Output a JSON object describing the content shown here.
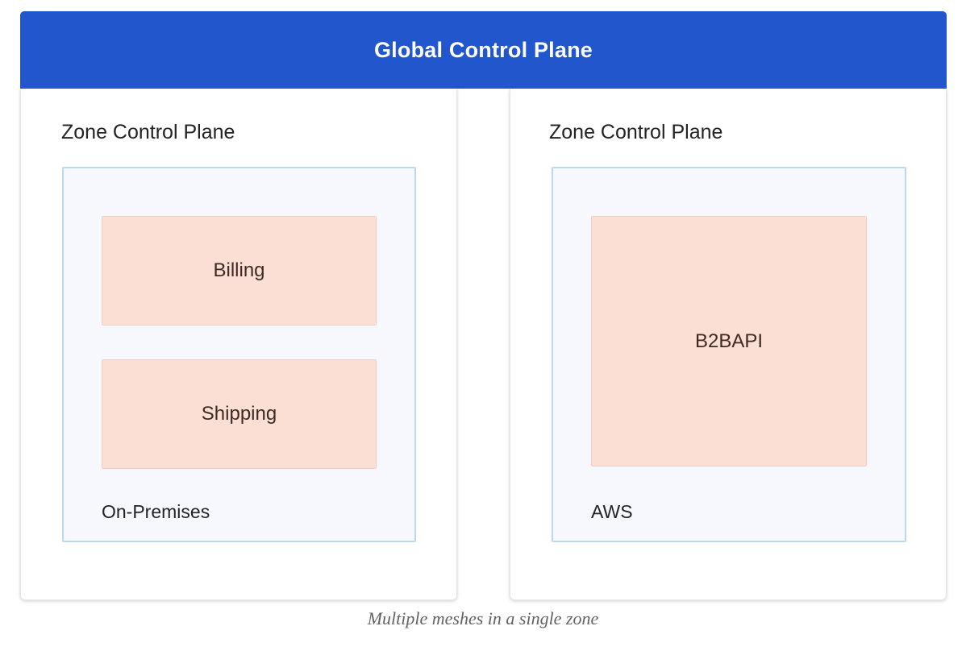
{
  "global_control_plane": {
    "title": "Global Control Plane",
    "color": "#2156cc",
    "text_color": "#ffffff"
  },
  "zones": [
    {
      "title": "Zone Control Plane",
      "mesh": {
        "label": "On-Premises",
        "background": "#f6f8fd",
        "border_color": "#bbd9f2",
        "services": [
          {
            "name": "Billing",
            "size": "small"
          },
          {
            "name": "Shipping",
            "size": "small"
          }
        ]
      }
    },
    {
      "title": "Zone Control Plane",
      "mesh": {
        "label": "AWS",
        "background": "#f6f8fd",
        "border_color": "#bbd9f2",
        "services": [
          {
            "name": "B2BAPI",
            "size": "large"
          }
        ]
      }
    }
  ],
  "service_style": {
    "fill": "#fbdfd5",
    "border_color": "#edcec5",
    "text_color": "#3d2b23"
  },
  "caption": {
    "text": "Multiple meshes in a single zone",
    "color": "#5f6368"
  }
}
